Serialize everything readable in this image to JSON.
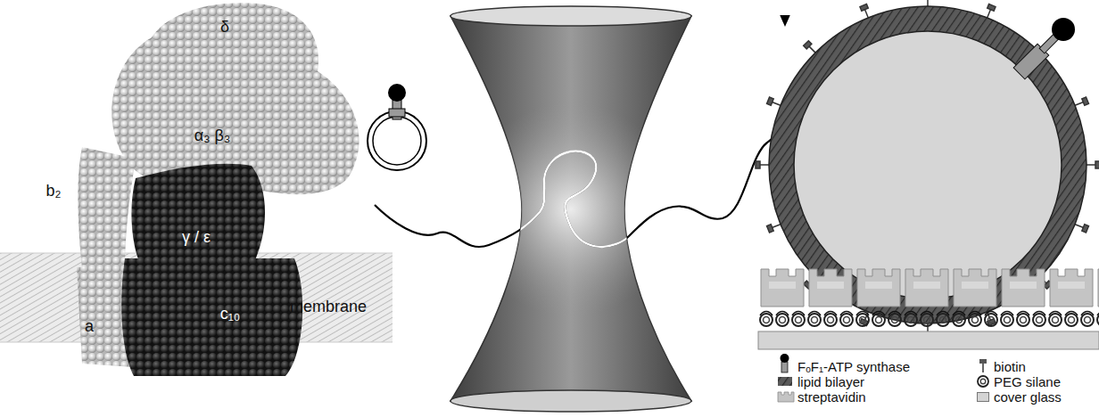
{
  "diagram": {
    "labels": [
      "δ",
      "α₃ β₃",
      "b₂",
      "γ / ε",
      "a",
      "c₁₀",
      "membrane"
    ],
    "legend": [
      {
        "text": "FₒF₁-ATP synthase"
      },
      {
        "text": "lipid bilayer"
      },
      {
        "text": "streptavidin"
      },
      {
        "text": "biotin"
      },
      {
        "text": "PEG silane"
      },
      {
        "text": "cover glass",
        "color": "#d4d4d4"
      }
    ]
  }
}
